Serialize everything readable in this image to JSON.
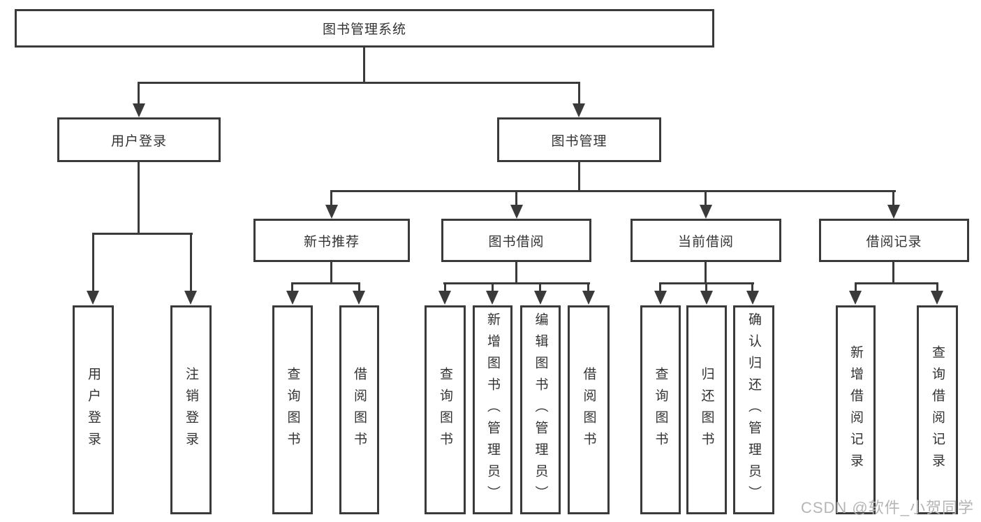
{
  "nodes": {
    "root": {
      "label": "图书管理系统"
    },
    "user_login": {
      "label": "用户登录"
    },
    "book_management": {
      "label": "图书管理"
    },
    "new_book_recommend": {
      "label": "新书推荐"
    },
    "book_borrow": {
      "label": "图书借阅"
    },
    "current_borrow": {
      "label": "当前借阅"
    },
    "borrow_records": {
      "label": "借阅记录"
    }
  },
  "leaves": [
    {
      "label": "用户登录"
    },
    {
      "label": "注销登录"
    },
    {
      "label": "查询图书"
    },
    {
      "label": "借阅图书"
    },
    {
      "label": "查询图书"
    },
    {
      "label": "新增图书（管理员）"
    },
    {
      "label": "编辑图书（管理员）"
    },
    {
      "label": "借阅图书"
    },
    {
      "label": "查询图书"
    },
    {
      "label": "归还图书"
    },
    {
      "label": "确认归还（管理员）"
    },
    {
      "label": "新增借阅记录"
    },
    {
      "label": "查询借阅记录"
    }
  ],
  "watermark": "CSDN @软件_小贺同学",
  "colors": {
    "line": "#3a3a3a",
    "text": "#333333",
    "background": "#ffffff",
    "watermark": "#b5b5b5"
  }
}
